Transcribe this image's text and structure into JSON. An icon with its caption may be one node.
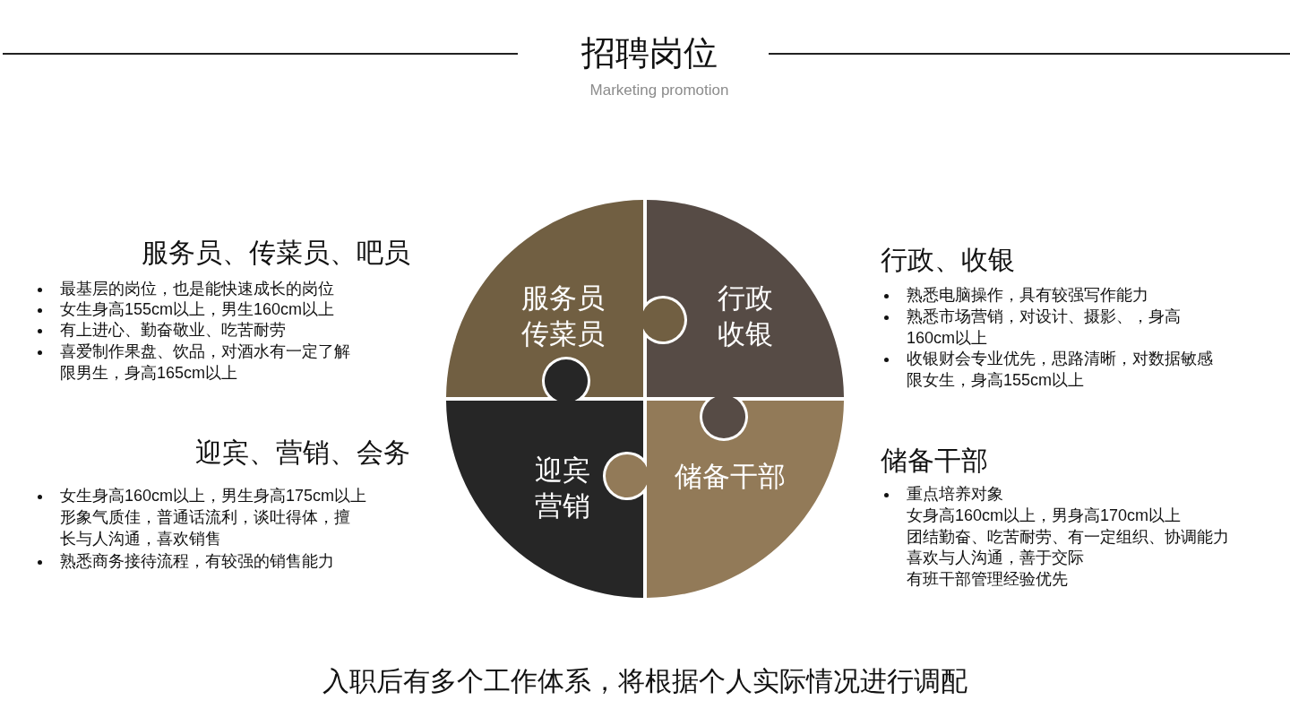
{
  "diagram": {
    "title": "招聘岗位",
    "caption": "入职后有多个工作体系，将根据个人实际情况进行调配",
    "nodes": [
      {
        "text": [
          "服务员传菜员"
        ]
      },
      {
        "text": [
          "行政收银"
        ]
      },
      {
        "text": [
          "迎宾营销"
        ]
      },
      {
        "text": [
          "储备干部"
        ]
      }
    ],
    "labels": [
      "Marketing promotion",
      "服务员、传菜员、吧员",
      "最基层的岗位，也是能快速成长的岗位",
      "女生身高155cm以上，男生160cm以上",
      "有上进心、勤奋敬业、吃苦耐劳",
      "喜爱制作果盘、饮品，对酒水有一定了解",
      "限男生，身高165cm以上",
      "行政、收银",
      "熟悉电脑操作，具有较强写作能力",
      "熟悉市场营销，对设计、摄影、，身高160cm以上",
      "收银财会专业优先，思路清晰，对数据敏感",
      "限女生，身高155cm以上",
      "迎宾、营销、会务",
      "女生身高160cm以上，男生身高175cm以上",
      "形象气质佳，普通话流利，谈吐得体，擅长与人沟通，喜欢销售",
      "熟悉商务接待流程，有较强的销售能力",
      "储备干部",
      "重点培养对象",
      "女身高160cm以上，男身高170cm以上",
      "团结勤奋、吃苦耐劳、有一定组织、协调能力",
      "喜欢与人沟通，善于交际",
      "有班干部管理经验优先"
    ]
  }
}
